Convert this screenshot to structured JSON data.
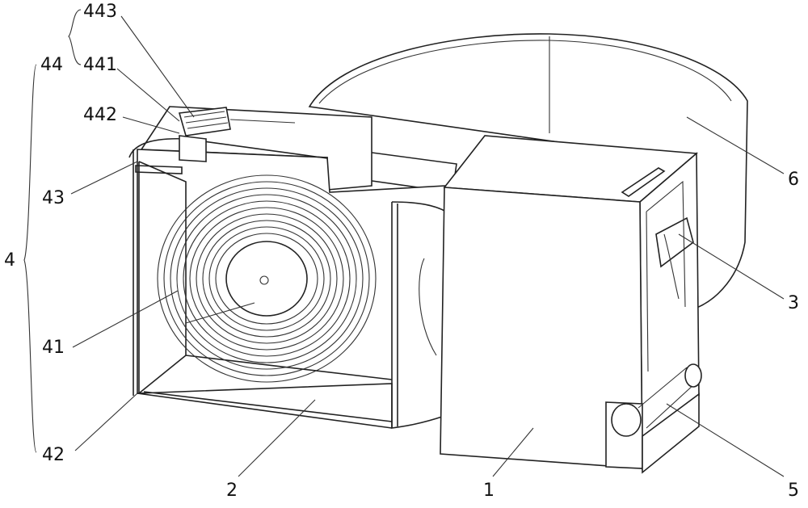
{
  "figure": {
    "labels": {
      "l443": "443",
      "l44": "44",
      "l441": "441",
      "l442": "442",
      "l43": "43",
      "l4": "4",
      "l41": "41",
      "l42": "42",
      "l2": "2",
      "l1": "1",
      "l5": "5",
      "l3": "3",
      "l6": "6"
    }
  }
}
